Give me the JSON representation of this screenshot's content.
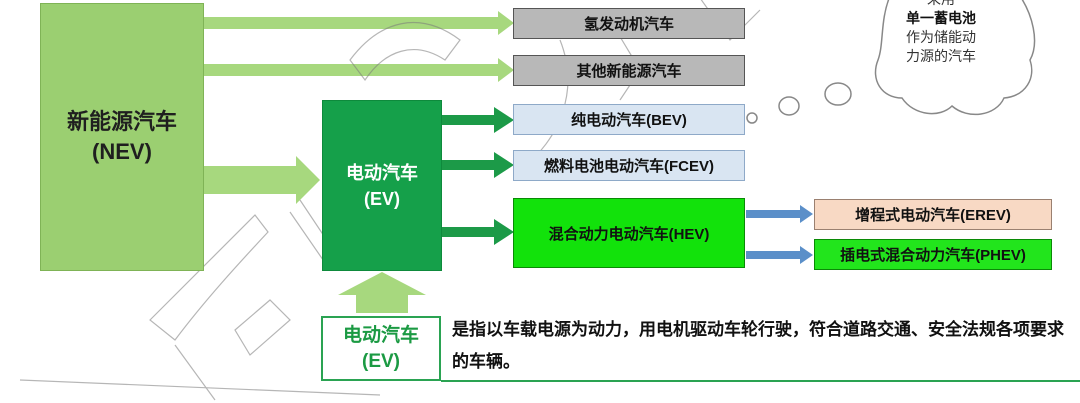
{
  "nev": {
    "line1": "新能源汽车",
    "line2": "(NEV)"
  },
  "ev": {
    "line1": "电动汽车",
    "line2": "(EV)"
  },
  "categories": {
    "hydrogen": "氢发动机汽车",
    "other": "其他新能源汽车",
    "bev": "纯电动汽车(BEV)",
    "fcev": "燃料电池电动汽车(FCEV)",
    "hev": "混合动力电动汽车(HEV)",
    "erev": "增程式电动汽车(EREV)",
    "phev": "插电式混合动力汽车(PHEV)"
  },
  "cloud": {
    "line1": "采用",
    "line2": "单一蓄电池",
    "line3": "作为储能动",
    "line4": "力源的汽车"
  },
  "definition": {
    "label1": "电动汽车",
    "label2": "(EV)",
    "text": "是指以车载电源为动力，用电机驱动车轮行驶，符合道路交通、安全法规各项要求的车辆。"
  },
  "colors": {
    "nev": "#9bcf71",
    "ev": "#15a04a",
    "arrow_light": "#a7d87e",
    "arrow_dark": "#1c9a48",
    "arrow_blue": "#5b8fc9"
  }
}
